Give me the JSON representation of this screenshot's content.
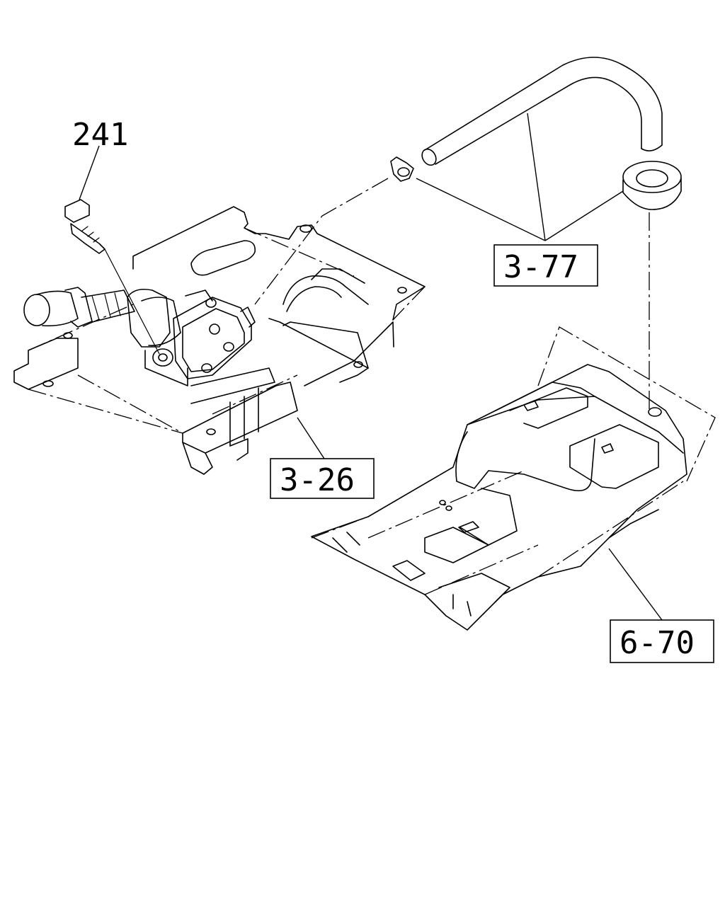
{
  "callouts": {
    "part_241": "241",
    "ref_3_77": "3-77",
    "ref_3_26": "3-26",
    "ref_6_70": "6-70"
  }
}
